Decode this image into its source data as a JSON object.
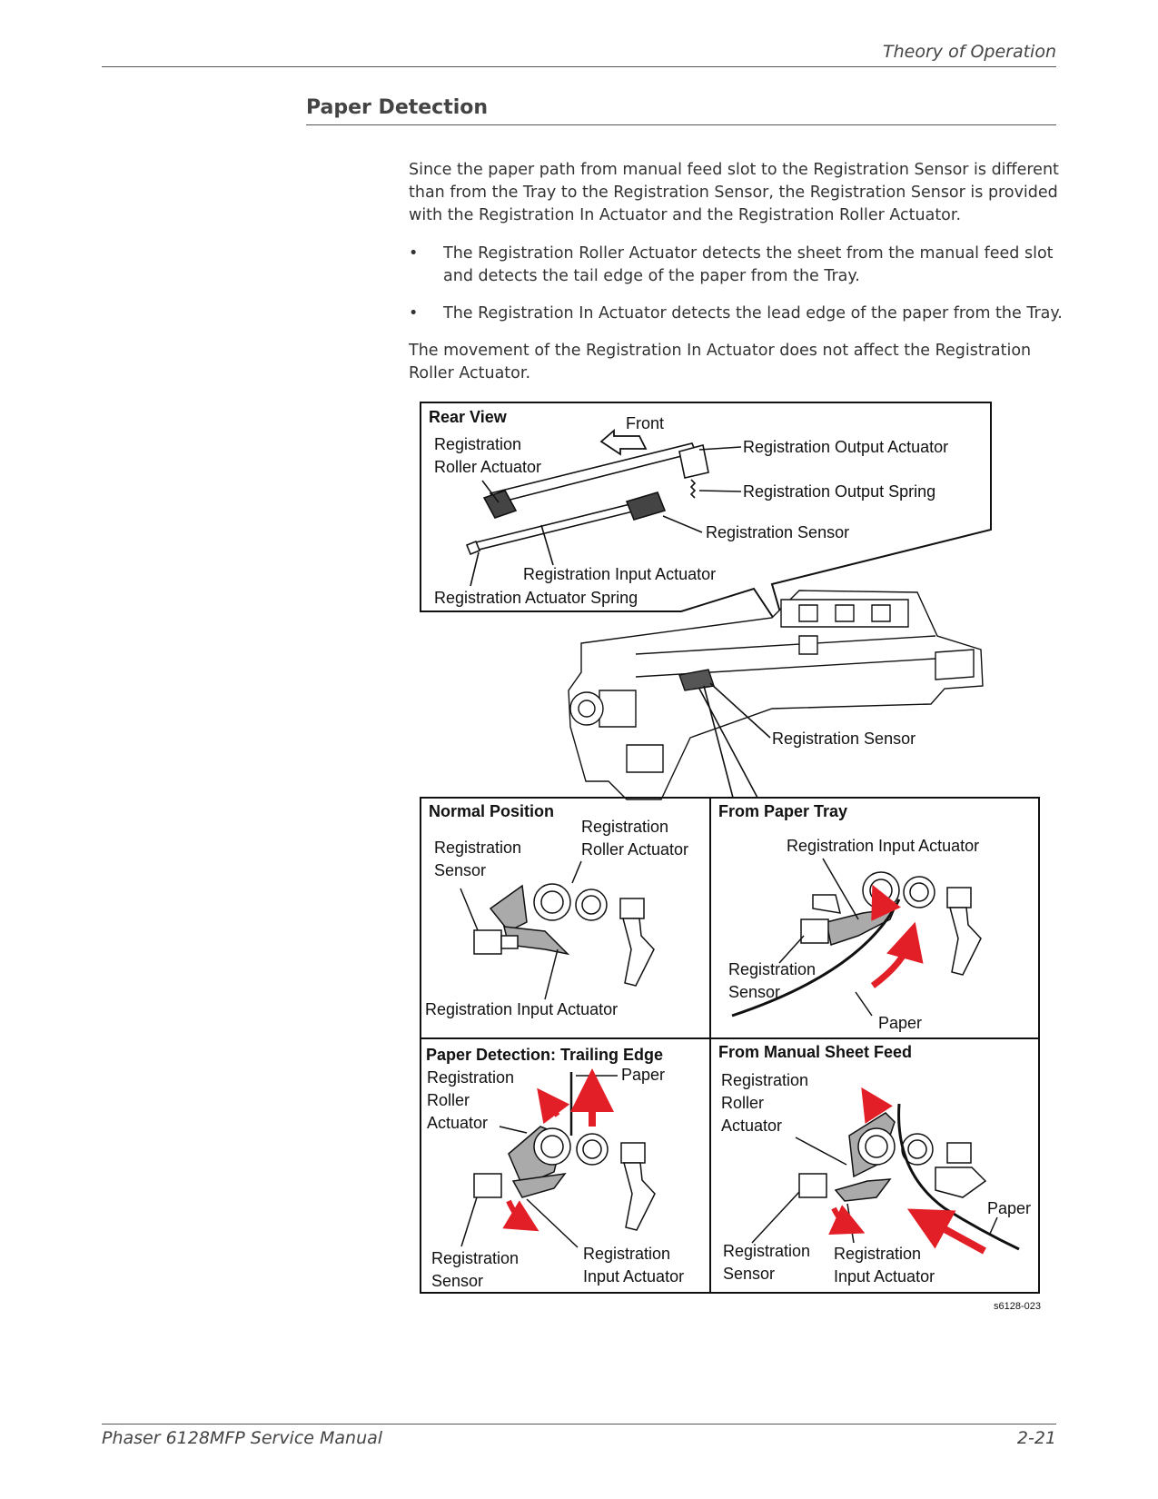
{
  "header": {
    "section": "Theory of Operation"
  },
  "title": "Paper Detection",
  "intro": "Since the paper path from manual feed slot to the Registration Sensor is different than from the Tray to the Registration Sensor, the Registration Sensor is provided with the Registration In Actuator and the Registration Roller Actuator.",
  "bullets": [
    "The Registration Roller Actuator detects the sheet from the manual feed slot and detects the tail edge of the paper from the Tray.",
    "The Registration In Actuator detects the lead edge of the paper from the Tray."
  ],
  "outro": "The movement of the Registration In Actuator does not affect the Registration Roller Actuator.",
  "figure": {
    "rear_view": {
      "title": "Rear View",
      "front": "Front",
      "roller_actuator_1": "Registration",
      "roller_actuator_2": "Roller Actuator",
      "output_actuator": "Registration Output Actuator",
      "output_spring": "Registration Output Spring",
      "sensor": "Registration Sensor",
      "input_actuator": "Registration Input Actuator",
      "actuator_spring": "Registration Actuator Spring"
    },
    "assembly": {
      "sensor": "Registration Sensor"
    },
    "normal": {
      "title": "Normal Position",
      "sensor_1": "Registration",
      "sensor_2": "Sensor",
      "roller_1": "Registration",
      "roller_2": "Roller Actuator",
      "input": "Registration Input Actuator"
    },
    "tray": {
      "title": "From Paper Tray",
      "input": "Registration Input Actuator",
      "sensor_1": "Registration",
      "sensor_2": "Sensor",
      "paper": "Paper"
    },
    "trailing": {
      "title": "Paper Detection: Trailing Edge",
      "roller_1": "Registration",
      "roller_2": "Roller",
      "roller_3": "Actuator",
      "paper": "Paper",
      "sensor_1": "Registration",
      "sensor_2": "Sensor",
      "input_1": "Registration",
      "input_2": "Input Actuator"
    },
    "manual": {
      "title": "From Manual Sheet Feed",
      "roller_1": "Registration",
      "roller_2": "Roller",
      "roller_3": "Actuator",
      "paper": "Paper",
      "sensor_1": "Registration",
      "sensor_2": "Sensor",
      "input_1": "Registration",
      "input_2": "Input Actuator"
    },
    "figure_id": "s6128-023"
  },
  "footer": {
    "manual": "Phaser 6128MFP Service Manual",
    "page": "2-21"
  }
}
